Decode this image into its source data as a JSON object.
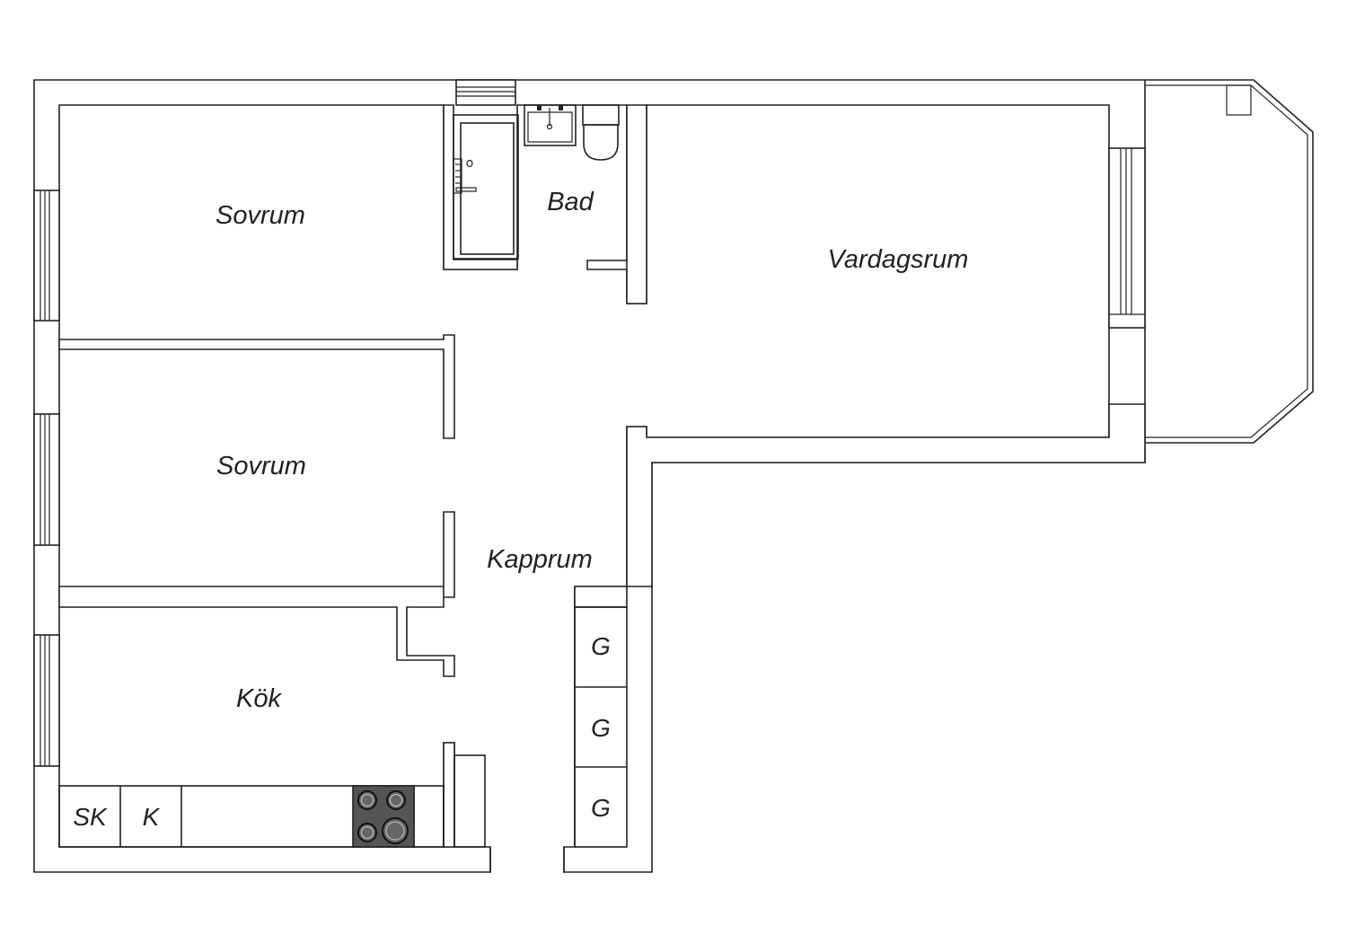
{
  "rooms": {
    "bedroom_1": "Sovrum",
    "bedroom_2": "Sovrum",
    "bathroom": "Bad",
    "living_room": "Vardagsrum",
    "hallway": "Kapprum",
    "kitchen": "Kök"
  },
  "fixtures": {
    "freezer": "SK",
    "fridge": "K",
    "wardrobe_1": "G",
    "wardrobe_2": "G",
    "wardrobe_3": "G"
  }
}
